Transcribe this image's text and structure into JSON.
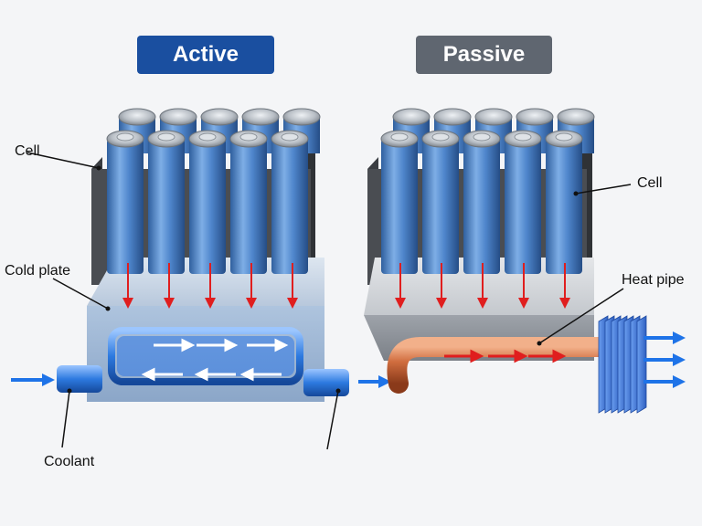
{
  "active_panel": {
    "title": "Active"
  },
  "passive_panel": {
    "title": "Passive"
  },
  "labels": {
    "cell_left": "Cell",
    "cold_plate": "Cold plate",
    "coolant": "Coolant",
    "cell_right": "Cell",
    "heat_pipe": "Heat pipe"
  },
  "colors": {
    "active_badge": "#1a4fa0",
    "passive_badge": "#5f6670",
    "cell_blue": "#4a7fc4",
    "coolant_blue": "#1e73e8",
    "heat_arrow": "#e01e1e",
    "heat_pipe": "#c8643a",
    "fins": "#3f78d8"
  }
}
